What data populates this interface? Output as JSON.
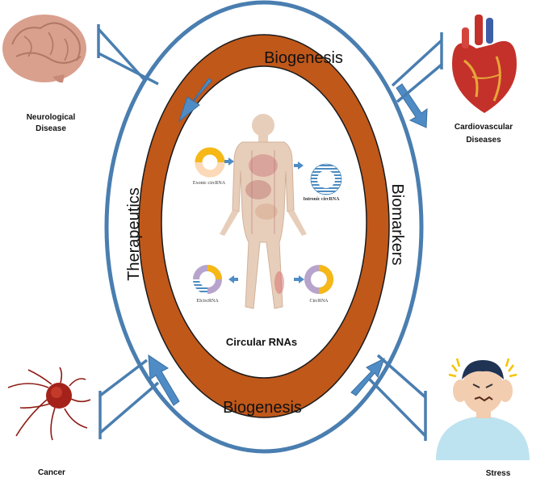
{
  "ring": {
    "top_label": "Biogenesis",
    "bottom_label": "Biogenesis",
    "left_label": "Therapeutics",
    "right_label": "Biomarkers"
  },
  "center": {
    "title": "Circular RNAs",
    "types": {
      "exonic": "Exonic circRNA",
      "intronic": "Intronic circRNA",
      "eicirc": "EIcircRNA",
      "circ": "CircRNA"
    }
  },
  "diseases": {
    "neurological": [
      "Neurological",
      "Disease"
    ],
    "cardiovascular": [
      "Cardiovascular",
      "Diseases"
    ],
    "cancer": "Cancer",
    "stress": "Stress"
  },
  "colors": {
    "ring_fill": "#C0581A",
    "outline_blue": "#4A7EB0",
    "arrow_blue": "#4F8CC6",
    "circ_yellow": "#F5B817",
    "circ_purple": "#B7A4CC",
    "circ_blue": "#4D8CC0"
  }
}
